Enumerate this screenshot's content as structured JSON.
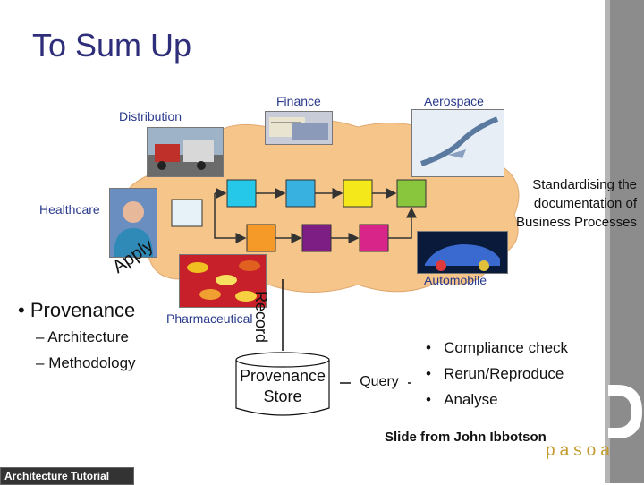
{
  "slide": {
    "title": "To Sum Up",
    "sectors": {
      "distribution": "Distribution",
      "finance": "Finance",
      "aerospace": "Aerospace",
      "healthcare": "Healthcare",
      "automobile": "Automobile",
      "pharmaceutical": "Pharmaceutical"
    },
    "standardising": "Standardising the documentation of Business Processes",
    "apply": "Apply",
    "record": "Record",
    "store_line1": "Provenance",
    "store_line2": "Store",
    "query": "Query",
    "provenance": "Provenance",
    "sub_items": [
      "Architecture",
      "Methodology"
    ],
    "right_items": [
      "Compliance check",
      "Rerun/Reproduce",
      "Analyse"
    ],
    "credit": "Slide from John Ibbotson",
    "logo": "pasoa",
    "footer": "Architecture Tutorial"
  },
  "colors": {
    "title": "#2e2e7a",
    "cloud": "#f5c58a",
    "box_cyan": "#25c8e8",
    "box_blue": "#38b0e0",
    "box_yellow": "#f5e81a",
    "box_green": "#8ac53e",
    "box_orange": "#f59a28",
    "box_purple": "#7d1e84",
    "box_pink": "#d8258a",
    "box_white": "#e6f2f8"
  }
}
